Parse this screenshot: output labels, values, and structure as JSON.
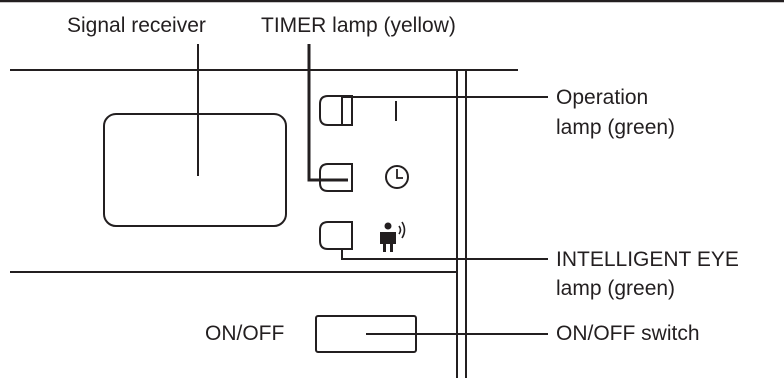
{
  "labels": {
    "signal_receiver": "Signal receiver",
    "timer_lamp": "TIMER lamp (yellow)",
    "operation_lamp_line1": "Operation",
    "operation_lamp_line2": "lamp (green)",
    "intelligent_eye_lamp_line1": "INTELLIGENT EYE",
    "intelligent_eye_lamp_line2": "lamp (green)",
    "on_off_text": "ON/OFF",
    "on_off_switch": "ON/OFF switch"
  },
  "icons": {
    "operation": "vertical-bar-icon",
    "timer": "clock-icon",
    "intelligent_eye": "person-sensor-icon"
  },
  "colors": {
    "line": "#231f20",
    "background": "#ffffff"
  }
}
